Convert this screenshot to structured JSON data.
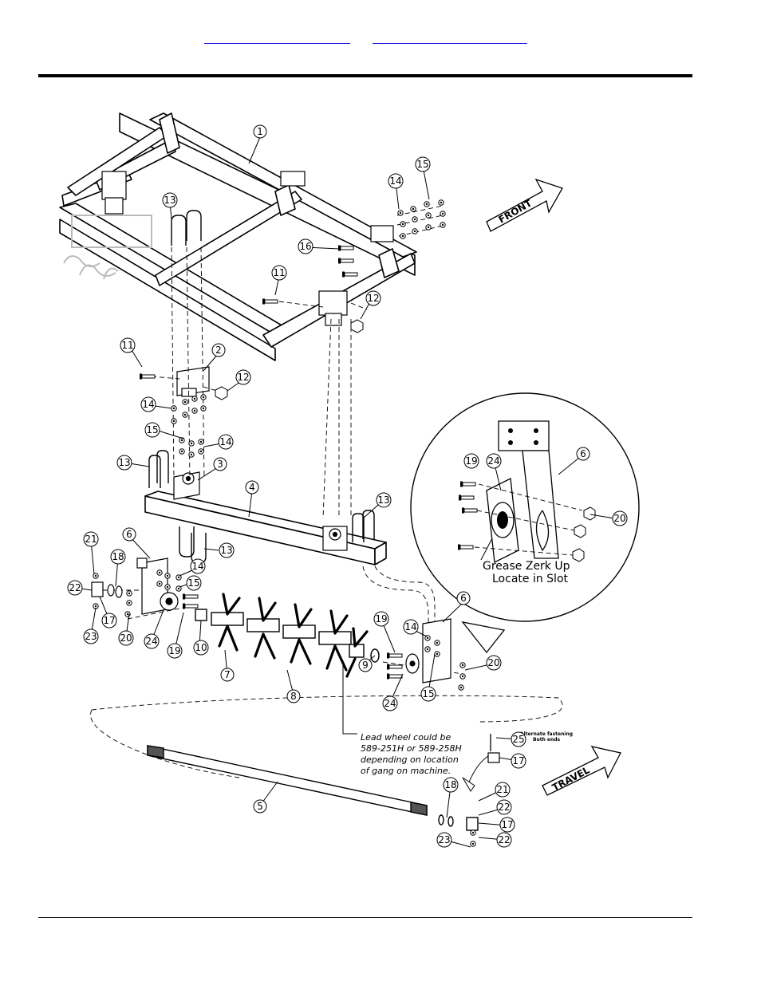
{
  "header": {
    "links": [
      "",
      ""
    ]
  },
  "diagram": {
    "callouts": {
      "c1": "1",
      "c2": "2",
      "c3": "3",
      "c4": "4",
      "c5": "5",
      "c6a": "6",
      "c6b": "6",
      "c6c": "6",
      "c7": "7",
      "c8": "8",
      "c9": "9",
      "c10": "10",
      "c11a": "11",
      "c11b": "11",
      "c12a": "12",
      "c12b": "12",
      "c13a": "13",
      "c13b": "13",
      "c13c": "13",
      "c13d": "13",
      "c14a": "14",
      "c14b": "14",
      "c14c": "14",
      "c14d": "14",
      "c14e": "14",
      "c15a": "15",
      "c15b": "15",
      "c15c": "15",
      "c15d": "15",
      "c16": "16",
      "c17a": "17",
      "c17b": "17",
      "c17c": "17",
      "c18a": "18",
      "c18b": "18",
      "c19a": "19",
      "c19b": "19",
      "c19c": "19",
      "c20a": "20",
      "c20b": "20",
      "c20c": "20",
      "c21a": "21",
      "c21b": "21",
      "c22a": "22",
      "c22b": "22",
      "c22c": "22",
      "c23a": "23",
      "c23b": "23",
      "c24a": "24",
      "c24b": "24",
      "c24c": "24",
      "c25": "25"
    },
    "front_label": "FRONT",
    "travel_label": "TRAVEL",
    "detail_note": [
      "Grease Zerk Up",
      "Locate in Slot"
    ],
    "lead_wheel_note": [
      "Lead wheel could be",
      "589-251H or 589-258H",
      "depending on location",
      "of gang on machine."
    ],
    "alternate_note": [
      "Alternate fastening",
      "Both ends"
    ]
  }
}
